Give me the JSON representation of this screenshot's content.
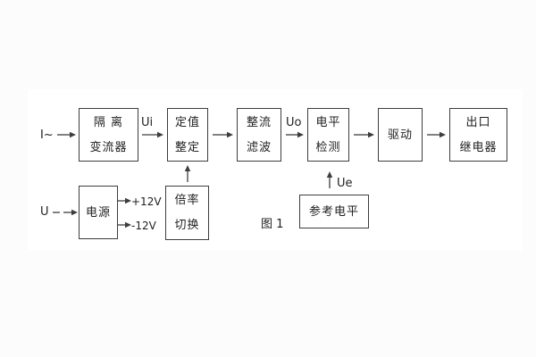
{
  "figure": {
    "caption": "图 1",
    "blocks": {
      "isolation": {
        "line1": "隔 离",
        "line2": "变流器"
      },
      "setting": {
        "line1": "定值",
        "line2": "整定"
      },
      "rectify_filter": {
        "line1": "整流",
        "line2": "滤波"
      },
      "level_detect": {
        "line1": "电平",
        "line2": "检测"
      },
      "drive": {
        "label": "驱动"
      },
      "output_relay": {
        "line1": "出口",
        "line2": "继电器"
      },
      "power": {
        "label": "电源"
      },
      "ratio_switch": {
        "line1": "倍率",
        "line2": "切换"
      },
      "reference_level": {
        "label": "参考电平"
      }
    },
    "signals": {
      "input_current": "I~",
      "input_voltage": "U",
      "ui": "Ui",
      "uo": "Uo",
      "ue": "Ue",
      "plus_12v": "+12V",
      "minus_12v": "-12V"
    },
    "colors": {
      "line": "#3d3d3d",
      "text": "#1f1f1f",
      "canvas_background": "#ffffff",
      "page_background": "#fcfcfc"
    }
  }
}
